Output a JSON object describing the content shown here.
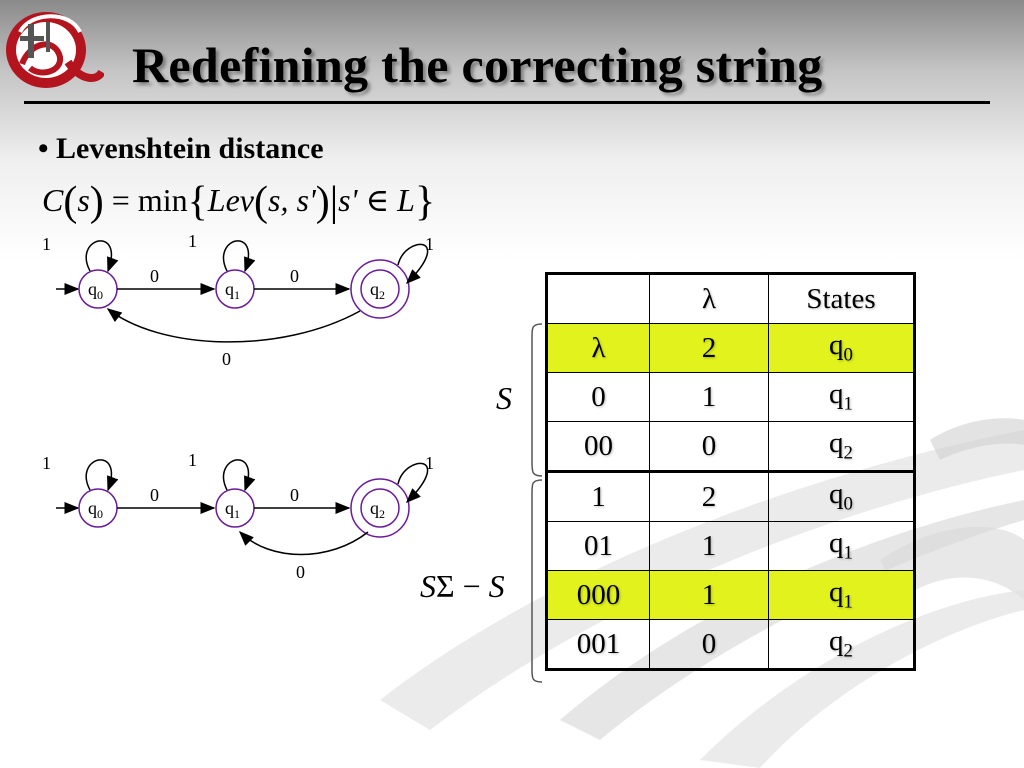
{
  "slide": {
    "title": "Redefining the correcting string",
    "bullet": "Levenshtein distance"
  },
  "formula": {
    "lhs": "C",
    "arg": "s",
    "eq": "=",
    "min": "min",
    "lev": "Lev",
    "args": "s, s'",
    "bar": "|",
    "cond": "s' ∈ L"
  },
  "dfa_top": {
    "states": [
      "q0",
      "q1",
      "q2"
    ],
    "loop_labels": [
      "1",
      "1",
      "1"
    ],
    "edge_labels": [
      "0",
      "0"
    ],
    "back_label": "0"
  },
  "dfa_bottom": {
    "states": [
      "q0",
      "q1",
      "q2"
    ],
    "loop_labels": [
      "1",
      "1",
      "1"
    ],
    "edge_labels": [
      "0",
      "0"
    ],
    "back_label": "0"
  },
  "side_labels": {
    "S": "S",
    "S_sigma": "S",
    "sigma": "Σ",
    "minus": " − ",
    "S_tail": "S"
  },
  "table": {
    "headers": [
      "",
      "λ",
      "States"
    ],
    "rows": [
      {
        "c0": "λ",
        "c1": "2",
        "state": "q",
        "sub": "0",
        "highlight": true
      },
      {
        "c0": "0",
        "c1": "1",
        "state": "q",
        "sub": "1",
        "highlight": false
      },
      {
        "c0": "00",
        "c1": "0",
        "state": "q",
        "sub": "2",
        "highlight": false
      },
      {
        "c0": "1",
        "c1": "2",
        "state": "q",
        "sub": "0",
        "highlight": false
      },
      {
        "c0": "01",
        "c1": "1",
        "state": "q",
        "sub": "1",
        "highlight": false
      },
      {
        "c0": "000",
        "c1": "1",
        "state": "q",
        "sub": "1",
        "highlight": true
      },
      {
        "c0": "001",
        "c1": "0",
        "state": "q",
        "sub": "2",
        "highlight": false
      }
    ]
  },
  "colors": {
    "highlight": "#e1f21d",
    "state_circle": "#6a1b9a",
    "logo_red": "#b3141e"
  }
}
